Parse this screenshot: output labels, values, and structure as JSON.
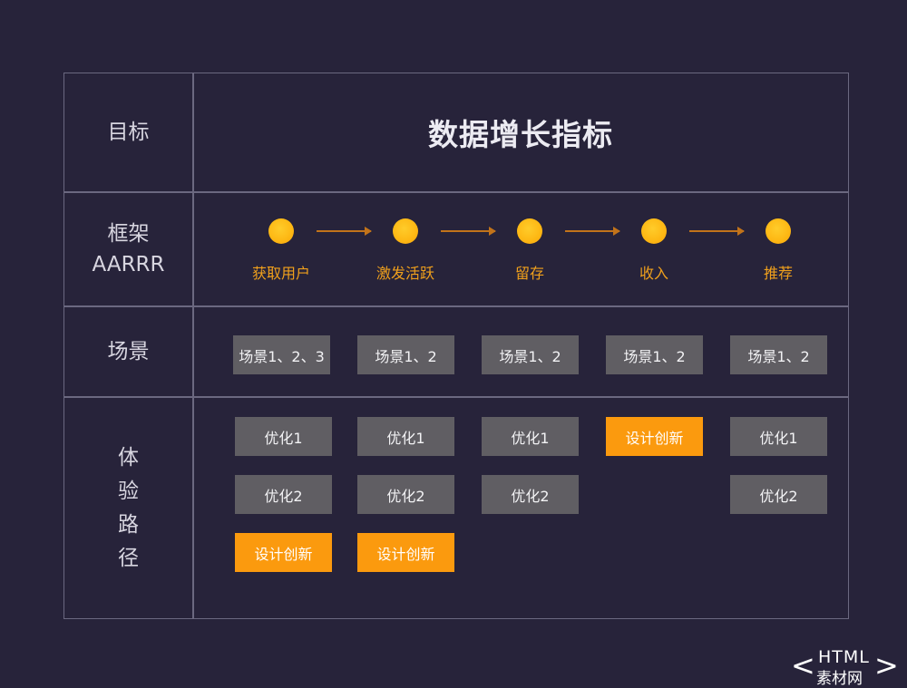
{
  "rows": {
    "goal_label": "目标",
    "framework_label": [
      "框架",
      "AARRR"
    ],
    "scene_label": "场景",
    "path_label": [
      "体",
      "验",
      "路",
      "径"
    ]
  },
  "title": "数据增长指标",
  "stages": [
    "获取用户",
    "激发活跃",
    "留存",
    "收入",
    "推荐"
  ],
  "scenes": [
    "场景1、2、3",
    "场景1、2",
    "场景1、2",
    "场景1、2",
    "场景1、2"
  ],
  "paths": [
    [
      "优化1",
      "优化2",
      "设计创新"
    ],
    [
      "优化1",
      "优化2",
      "设计创新"
    ],
    [
      "优化1",
      "优化2"
    ],
    [
      "设计创新"
    ],
    [
      "优化1",
      "优化2"
    ]
  ],
  "logo": {
    "top": "HTML",
    "bottom": "素材网"
  },
  "colors": {
    "background": "#27233a",
    "accent": "#fb9a0e",
    "box": "#605e63",
    "dot": "#fdb713"
  }
}
